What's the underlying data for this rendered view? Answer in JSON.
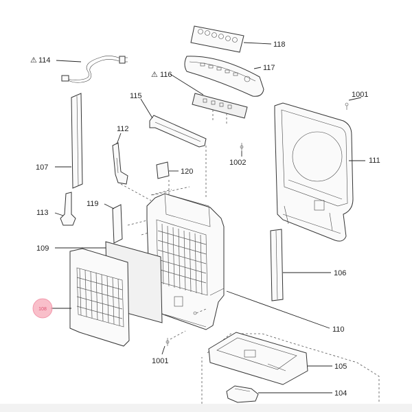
{
  "diagram": {
    "labels": {
      "p118": "118",
      "p114": "114",
      "p117": "117",
      "p116": "116",
      "p1001a": "1001",
      "p115": "115",
      "p112": "112",
      "p1002": "1002",
      "p111": "111",
      "p107": "107",
      "p120": "120",
      "p119": "119",
      "p113": "113",
      "p109": "109",
      "p106": "106",
      "p108": "108",
      "p110": "110",
      "p1001b": "1001",
      "p105": "105",
      "p104": "104"
    },
    "warning_symbol": "⚠",
    "highlight_color": "#f7a9b8",
    "highlight_text_color": "#e05070"
  }
}
